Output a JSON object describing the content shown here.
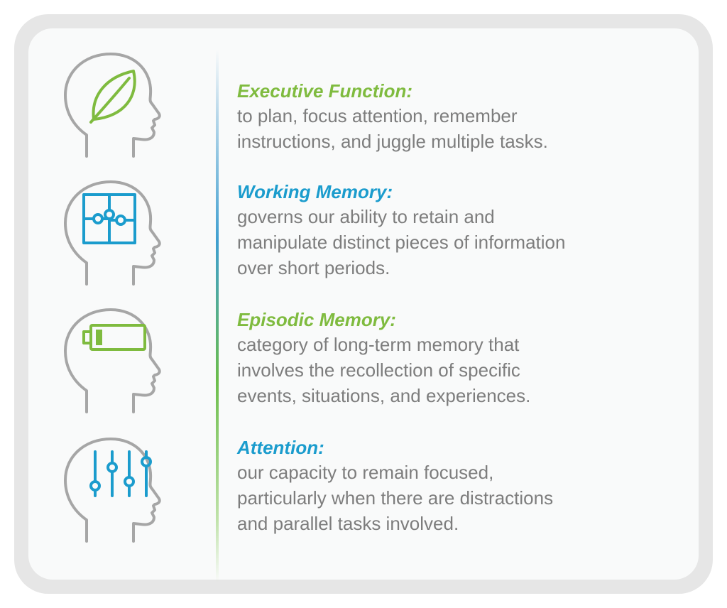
{
  "colors": {
    "green": "#7fbb3f",
    "blue": "#1b9ccd",
    "text": "#7d7d7d",
    "head_outline": "#a6a6a6"
  },
  "items": [
    {
      "icon": "leaf-icon",
      "title": "Executive Function:",
      "title_color": "green",
      "lines": [
        "to plan, focus attention, remember",
        "instructions, and juggle multiple tasks."
      ]
    },
    {
      "icon": "puzzle-icon",
      "title": "Working Memory:",
      "title_color": "blue",
      "lines": [
        "governs our ability to retain and",
        "manipulate distinct pieces of information",
        "over short periods."
      ]
    },
    {
      "icon": "battery-icon",
      "title": "Episodic Memory:",
      "title_color": "green",
      "lines": [
        "category of long-term memory that",
        "involves the recollection of specific",
        "events, situations, and experiences."
      ]
    },
    {
      "icon": "sliders-icon",
      "title": "Attention:",
      "title_color": "blue",
      "lines": [
        "our capacity to remain focused,",
        "particularly when there are distractions",
        "and parallel tasks involved."
      ]
    }
  ]
}
